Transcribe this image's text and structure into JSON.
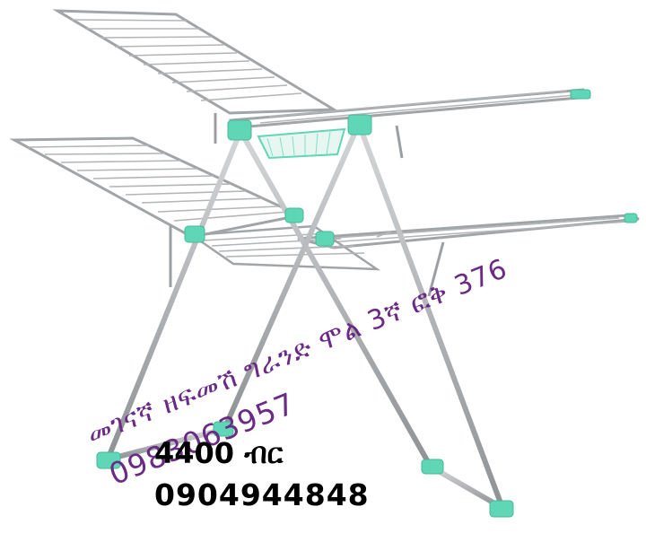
{
  "product": {
    "name": "drying rack",
    "icon": "clothes-drying-rack-photo",
    "frame_color": "#a9acae",
    "accent_color": "#5fd6b6"
  },
  "watermark": {
    "address": "መገናኛ ዘፍመሽ ግራንድ ሞል 3ኛ ፎቅ 376",
    "phone": "0983063957",
    "color": "#6a2a86"
  },
  "listing": {
    "price": "4400 ብር",
    "phone": "0904944848"
  }
}
